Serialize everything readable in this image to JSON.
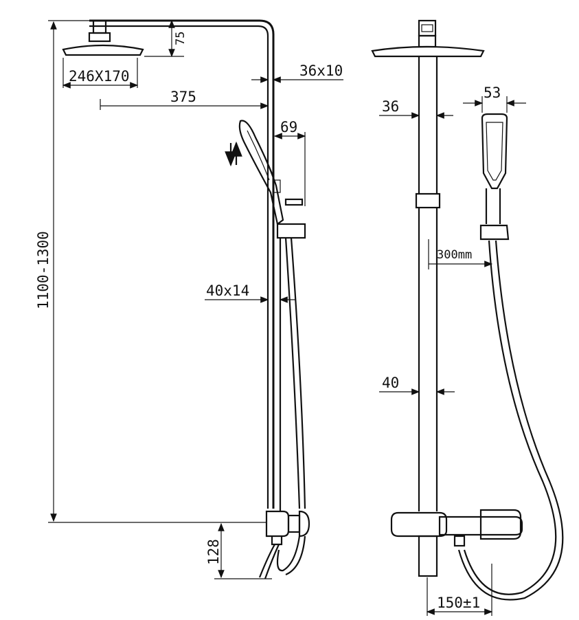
{
  "dimensions": {
    "head_size": "246X170",
    "head_height": "75",
    "arm_reach": "375",
    "arm_section": "36x10",
    "handshower_offset": "69",
    "rail_section": "40x14",
    "total_height": "1100-1300",
    "bottom_height": "128",
    "pipe_upper": "36",
    "handshower_width": "53",
    "hose_offset": "300mm",
    "pipe_lower": "40",
    "inlet_centers": "150±1"
  },
  "icons": [
    "adjust-arrows-icon"
  ]
}
